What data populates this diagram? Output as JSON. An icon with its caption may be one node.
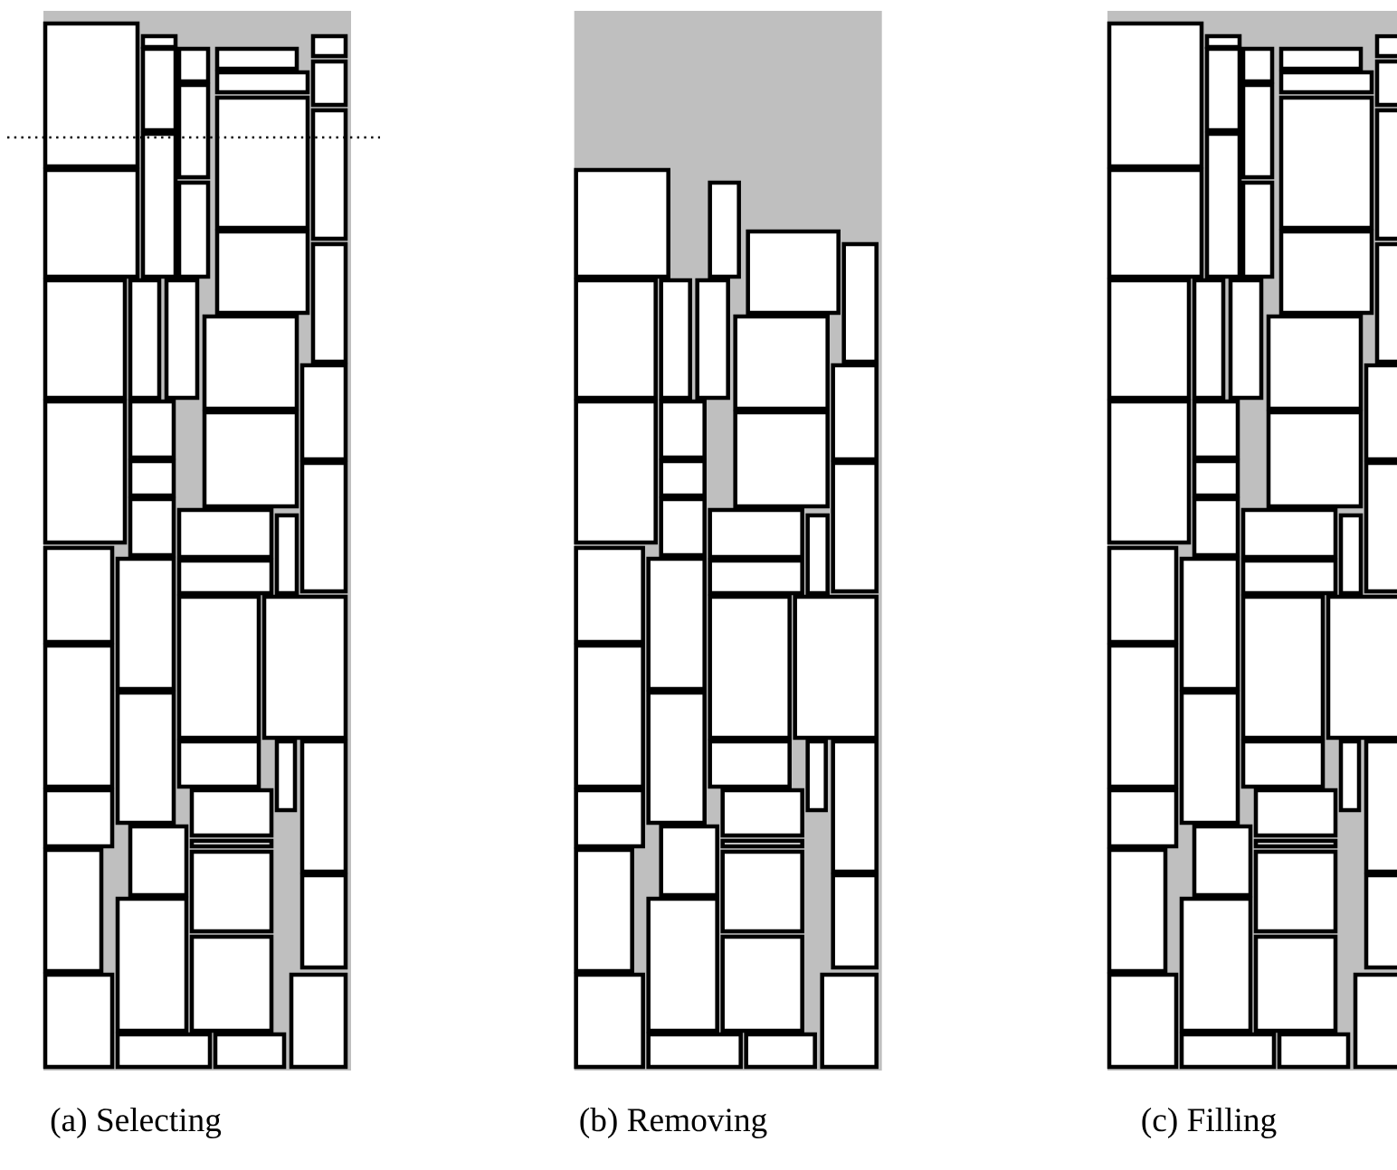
{
  "diagram": {
    "labels": [
      "(a) Selecting",
      "(b) Removing",
      "(c) Filling"
    ]
  }
}
